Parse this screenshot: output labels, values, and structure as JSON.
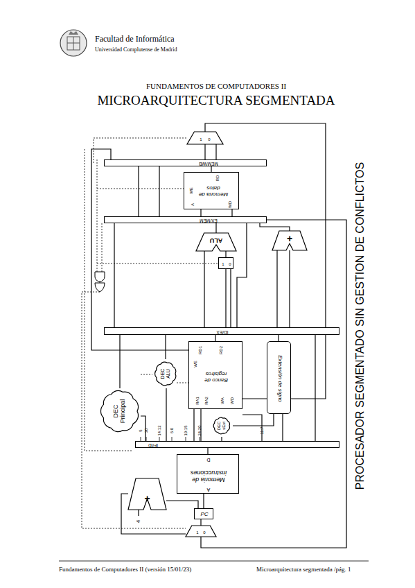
{
  "diagram": {
    "title": "MICROARQUITECTURA SEGMENTADA",
    "nodes": [
      {
        "text": [
          "PC"
        ]
      },
      {
        "text": [
          "Memoria de instrucciones",
          "A",
          "D"
        ]
      },
      {
        "text": [
          "+"
        ]
      },
      {
        "text": [
          "IF/ID"
        ]
      },
      {
        "text": [
          "DEC Principal"
        ]
      },
      {
        "text": [
          "DEC ALU"
        ]
      },
      {
        "text": [
          "DEC sExt"
        ]
      },
      {
        "text": [
          "Banco de registros",
          "RD1",
          "RD2",
          "WE",
          "RA1",
          "RA2",
          "WA",
          "WD"
        ]
      },
      {
        "text": [
          "Extensión de signo"
        ]
      },
      {
        "text": [
          "ID/EX"
        ]
      },
      {
        "text": [
          "1",
          "0"
        ]
      },
      {
        "text": [
          "ALU"
        ]
      },
      {
        "text": [
          "+"
        ]
      },
      {
        "text": [
          "EX/MEM"
        ]
      },
      {
        "text": [
          "Memoria de datos",
          "WE",
          "RD",
          "A",
          "WD"
        ]
      },
      {
        "text": [
          "MEM/WB"
        ]
      },
      {
        "text": [
          "1",
          "0"
        ]
      },
      {
        "text": [
          "1",
          "0"
        ]
      }
    ],
    "edges": [
      {
        "from": 0,
        "to": 1,
        "arrow": "none"
      },
      {
        "from": 0,
        "to": 2,
        "arrow": "none"
      },
      {
        "from": 2,
        "to": 17,
        "arrow": "none"
      },
      {
        "from": 17,
        "to": 0,
        "arrow": "none"
      },
      {
        "from": 1,
        "to": 3,
        "arrow": "none"
      },
      {
        "from": 3,
        "to": 7,
        "arrow": "none"
      },
      {
        "from": 3,
        "to": 4,
        "arrow": "none"
      },
      {
        "from": 3,
        "to": 5,
        "arrow": "none"
      },
      {
        "from": 3,
        "to": 6,
        "arrow": "none"
      },
      {
        "from": 3,
        "to": 8,
        "arrow": "none"
      },
      {
        "from": 6,
        "to": 8,
        "arrow": "none"
      },
      {
        "from": 3,
        "to": 9,
        "arrow": "none"
      },
      {
        "from": 4,
        "to": 9,
        "arrow": "none"
      },
      {
        "from": 5,
        "to": 9,
        "arrow": "none"
      },
      {
        "from": 7,
        "to": 9,
        "arrow": "none"
      },
      {
        "from": 8,
        "to": 9,
        "arrow": "none"
      },
      {
        "from": 9,
        "to": 10,
        "arrow": "none"
      },
      {
        "from": 9,
        "to": 11,
        "arrow": "none"
      },
      {
        "from": 10,
        "to": 11,
        "arrow": "none"
      },
      {
        "from": 9,
        "to": 12,
        "arrow": "none"
      },
      {
        "from": 11,
        "to": 13,
        "arrow": "none"
      },
      {
        "from": 12,
        "to": 13,
        "arrow": "none"
      },
      {
        "from": 9,
        "to": 13,
        "arrow": "none"
      },
      {
        "from": 13,
        "to": 14,
        "arrow": "none"
      },
      {
        "from": 13,
        "to": 15,
        "arrow": "none"
      },
      {
        "from": 14,
        "to": 15,
        "arrow": "none"
      },
      {
        "from": 15,
        "to": 16,
        "arrow": "none"
      },
      {
        "from": 16,
        "to": 7,
        "arrow": "none"
      },
      {
        "from": 15,
        "to": 7,
        "arrow": "none"
      },
      {
        "from": 13,
        "to": 17,
        "arrow": "none"
      }
    ],
    "labels": [
      "Facultad de Informática",
      "Universidad Complutense de Madrid",
      "FUNDAMENTOS DE COMPUTADORES II",
      "PROCESADOR SEGMENTADO SIN GESTION DE CONFLICTOS",
      "4",
      "5",
      "30",
      "14:12",
      "6:0",
      "19:15",
      "24:20",
      "11:7",
      "Fundamentos de Computadores II (versión 15/01/23)",
      "Microarquitectura segmentada /pág. 1"
    ]
  }
}
